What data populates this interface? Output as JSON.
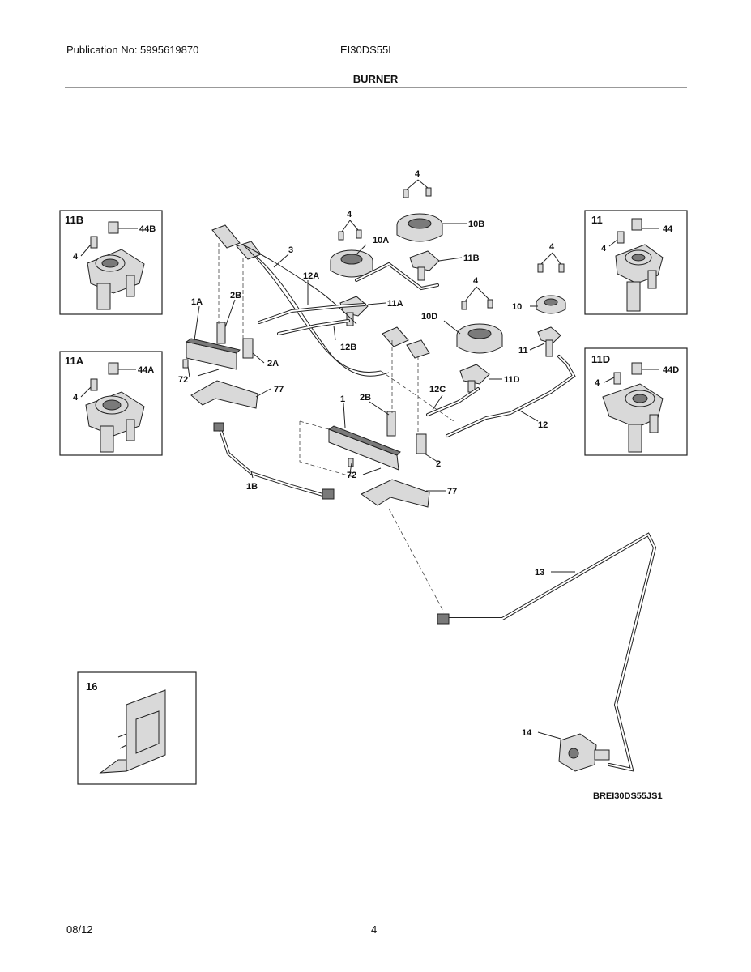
{
  "header": {
    "publication": "Publication No: 5995619870",
    "model": "EI30DS55L",
    "title": "BURNER"
  },
  "footer": {
    "date": "08/12",
    "page": "4"
  },
  "diagram": {
    "code": "BREI30DS55JS1",
    "insets": {
      "i11b": {
        "title": "11B",
        "labels": [
          "44B",
          "4"
        ]
      },
      "i11a": {
        "title": "11A",
        "labels": [
          "44A",
          "4"
        ]
      },
      "i11": {
        "title": "11",
        "labels": [
          "44",
          "4"
        ]
      },
      "i11d": {
        "title": "11D",
        "labels": [
          "44D",
          "4"
        ]
      },
      "i16": {
        "title": "16"
      }
    },
    "callouts": {
      "c4a": "4",
      "c4b": "4",
      "c4c": "4",
      "c4d": "4",
      "c10b": "10B",
      "c10a": "10A",
      "c11b": "11B",
      "c3": "3",
      "c12a": "12A",
      "c1a": "1A",
      "c2b1": "2B",
      "c11a": "11A",
      "c10": "10",
      "c11": "11",
      "c10d": "10D",
      "c12b": "12B",
      "c2a": "2A",
      "c72a": "72",
      "c77a": "77",
      "c11d": "11D",
      "c1": "1",
      "c2b2": "2B",
      "c12c": "12C",
      "c12": "12",
      "c2": "2",
      "c72b": "72",
      "c1b": "1B",
      "c77b": "77",
      "c13": "13",
      "c14": "14"
    }
  }
}
